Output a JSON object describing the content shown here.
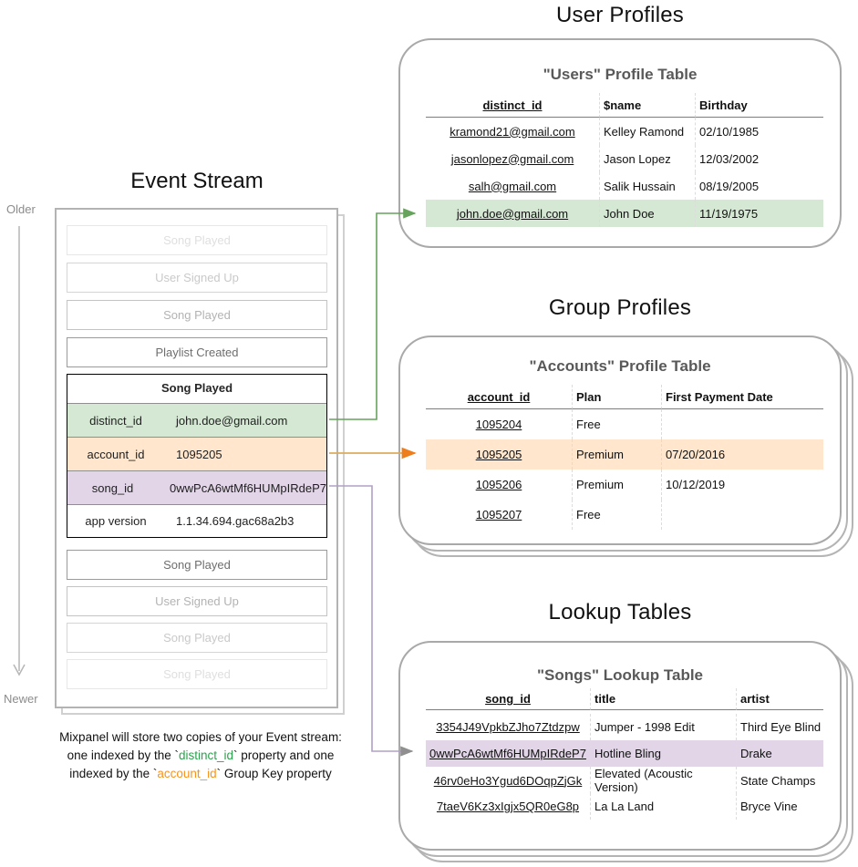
{
  "event_stream": {
    "title": "Event Stream",
    "older_label": "Older",
    "newer_label": "Newer",
    "events_before": [
      {
        "label": "Song Played"
      },
      {
        "label": "User Signed Up"
      },
      {
        "label": "Song Played"
      },
      {
        "label": "Playlist Created"
      }
    ],
    "focused_event": {
      "title": "Song Played",
      "properties": [
        {
          "key": "distinct_id",
          "value": "john.doe@gmail.com",
          "highlight": "green"
        },
        {
          "key": "account_id",
          "value": "1095205",
          "highlight": "orange"
        },
        {
          "key": "song_id",
          "value": "0wwPcA6wtMf6HUMpIRdeP7",
          "highlight": "purple"
        },
        {
          "key": "app version",
          "value": "1.1.34.694.gac68a2b3",
          "highlight": "none"
        }
      ]
    },
    "events_after": [
      {
        "label": "Song Played"
      },
      {
        "label": "User Signed Up"
      },
      {
        "label": "Song Played"
      },
      {
        "label": "Song Played"
      }
    ]
  },
  "user_profiles": {
    "section_title": "User Profiles",
    "table_title": "\"Users\" Profile Table",
    "columns": [
      "distinct_id",
      "$name",
      "Birthday"
    ],
    "rows": [
      [
        "kramond21@gmail.com",
        "Kelley Ramond",
        "02/10/1985"
      ],
      [
        "jasonlopez@gmail.com",
        "Jason Lopez",
        "12/03/2002"
      ],
      [
        "salh@gmail.com",
        "Salik Hussain",
        "08/19/2005"
      ],
      [
        "john.doe@gmail.com",
        "John Doe",
        "11/19/1975"
      ]
    ],
    "highlighted_row_index": 3,
    "highlight_color": "#d5e8d4"
  },
  "group_profiles": {
    "section_title": "Group Profiles",
    "table_title": "\"Accounts\" Profile Table",
    "columns": [
      "account_id",
      "Plan",
      "First Payment Date"
    ],
    "rows": [
      [
        "1095204",
        "Free",
        ""
      ],
      [
        "1095205",
        "Premium",
        "07/20/2016"
      ],
      [
        "1095206",
        "Premium",
        "10/12/2019"
      ],
      [
        "1095207",
        "Free",
        ""
      ]
    ],
    "highlighted_row_index": 1,
    "highlight_color": "#ffe6cc"
  },
  "lookup_tables": {
    "section_title": "Lookup Tables",
    "table_title": "\"Songs\" Lookup Table",
    "columns": [
      "song_id",
      "title",
      "artist"
    ],
    "rows": [
      [
        "3354J49VpkbZJho7Ztdzpw",
        "Jumper - 1998 Edit",
        "Third Eye Blind"
      ],
      [
        "0wwPcA6wtMf6HUMpIRdeP7",
        "Hotline Bling",
        "Drake"
      ],
      [
        "46rv0eHo3Ygud6DOqpZjGk",
        "Elevated (Acoustic Version)",
        "State Champs"
      ],
      [
        "7taeV6Kz3xIgjx5QR0eG8p",
        "La La Land",
        "Bryce Vine"
      ]
    ],
    "highlighted_row_index": 1,
    "highlight_color": "#e1d5e7"
  },
  "caption": {
    "line1": "Mixpanel will store two copies of your Event stream:",
    "line2_pre": "one indexed by the `",
    "line2_code": "distinct_id",
    "line2_post": "` property and one",
    "line3_pre": "indexed by the `",
    "line3_code": "account_id",
    "line3_post": "` Group Key property"
  },
  "colors": {
    "highlight_green": "#d5e8d4",
    "highlight_orange": "#ffe6cc",
    "highlight_purple": "#e1d5e7",
    "connector_green": "#66a35c",
    "connector_orange_shaft": "#ddab5d",
    "connector_orange_head": "#ee7d1b",
    "connector_purple_shaft": "#b1a0c6",
    "connector_purple_head": "#8f8f8f",
    "caption_distinct_id": "#2fa14e",
    "caption_account_id": "#f7941d"
  }
}
